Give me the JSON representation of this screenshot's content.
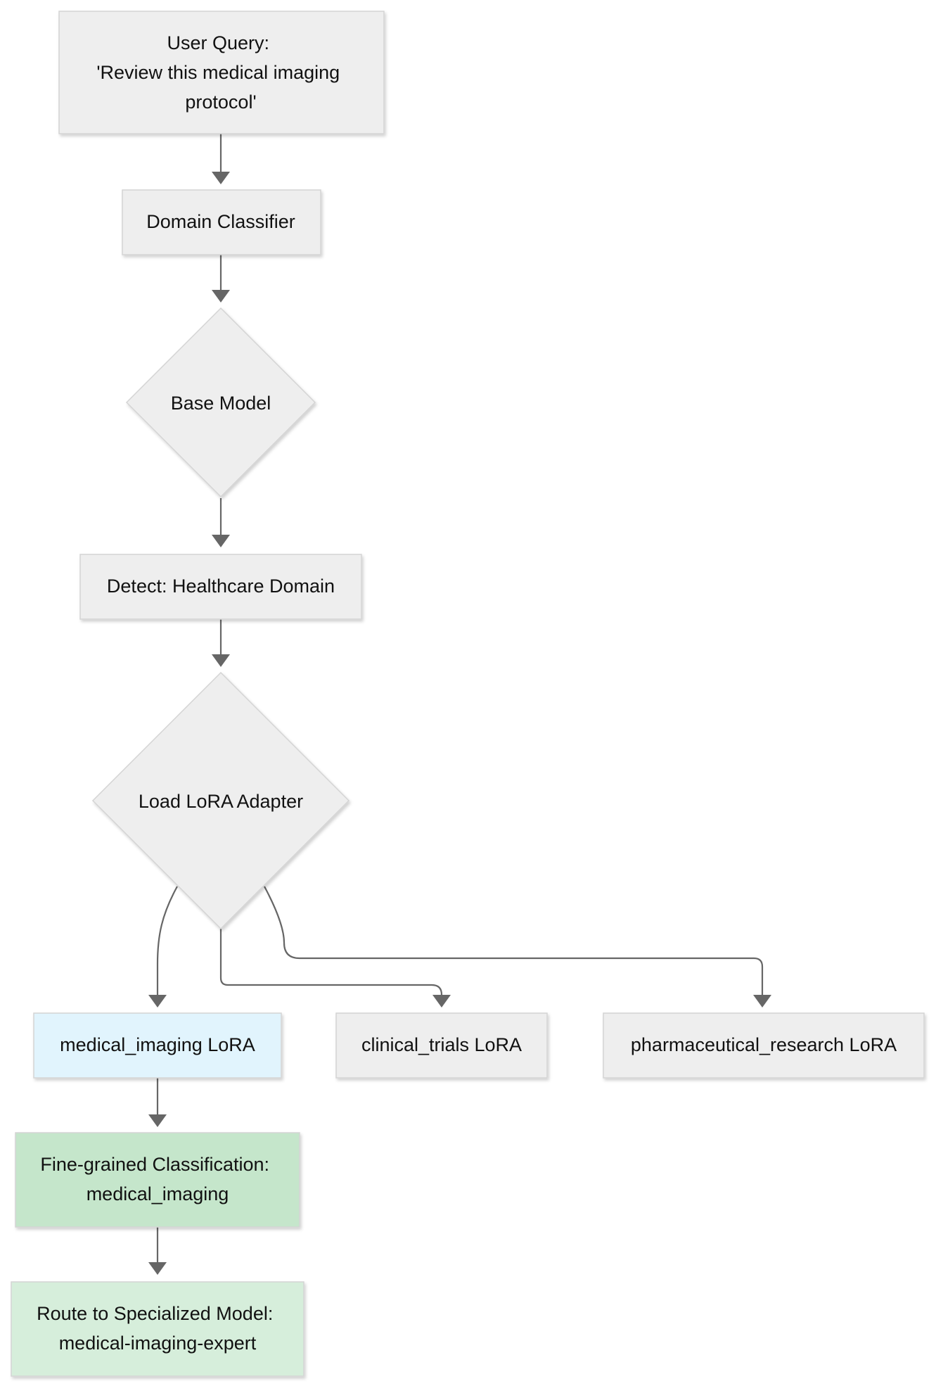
{
  "colors": {
    "default_fill": "#eeeeee",
    "selected_lora_fill": "#e1f4fd",
    "classification_fill": "#c5e6cb",
    "route_fill": "#d6eedb",
    "edge": "#666666"
  },
  "nodes": {
    "user_query": {
      "lines": [
        "User Query:",
        "'Review this medical imaging",
        "protocol'"
      ]
    },
    "domain_classifier": {
      "lines": [
        "Domain Classifier"
      ]
    },
    "base_model": {
      "lines": [
        "Base Model"
      ]
    },
    "detect_domain": {
      "lines": [
        "Detect: Healthcare Domain"
      ]
    },
    "load_lora": {
      "lines": [
        "Load LoRA Adapter"
      ]
    },
    "medical_imaging_lora": {
      "lines": [
        "medical_imaging LoRA"
      ]
    },
    "clinical_trials_lora": {
      "lines": [
        "clinical_trials LoRA"
      ]
    },
    "pharma_lora": {
      "lines": [
        "pharmaceutical_research LoRA"
      ]
    },
    "fine_grained": {
      "lines": [
        "Fine-grained Classification:",
        "medical_imaging"
      ]
    },
    "route": {
      "lines": [
        "Route to Specialized Model:",
        "medical-imaging-expert"
      ]
    }
  }
}
